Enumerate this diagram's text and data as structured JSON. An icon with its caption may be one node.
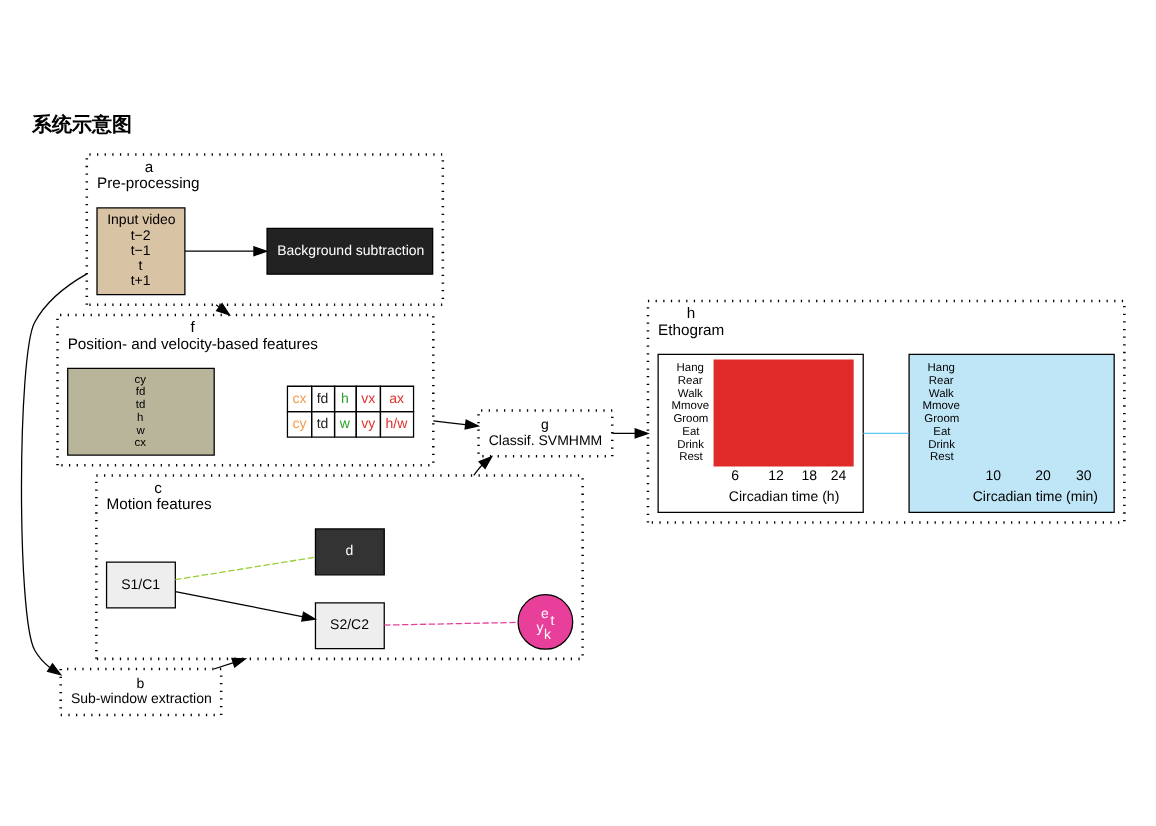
{
  "diagram": {
    "title": "系统示意图",
    "nodes": [
      {
        "text": [
          "a",
          "Pre-processing"
        ]
      },
      {
        "text": [
          "Input video",
          "t−2",
          "t−1",
          "t",
          "t+1"
        ],
        "in": 0
      },
      {
        "text": [
          "Background subtraction"
        ],
        "in": 0
      },
      {
        "text": [
          "b",
          "Sub-window extraction"
        ]
      },
      {
        "text": [
          "f",
          "Position- and velocity-based features"
        ]
      },
      {
        "text": [
          "cx",
          "fd",
          "h",
          "vx",
          "ax",
          "cy",
          "td",
          "w",
          "vy",
          "h/w"
        ],
        "in": 4
      },
      {
        "text": [
          "cy",
          "fd",
          "td",
          "h",
          "w",
          "cx"
        ],
        "in": 4
      },
      {
        "text": [
          "c",
          "Motion features"
        ]
      },
      {
        "text": [
          "S2/C2"
        ],
        "in": 7
      },
      {
        "text": [
          "S1/C1"
        ],
        "in": 7
      },
      {
        "text": [
          "e",
          "y$_{k}$$^{t}$"
        ],
        "in": 7
      },
      {
        "text": [
          "d"
        ],
        "in": 7
      },
      {
        "text": [
          "g",
          "Classif. SVMHMM"
        ]
      },
      {
        "text": [
          "h",
          "Ethogram"
        ]
      },
      {
        "text": [
          "Hang",
          "Rear",
          "Walk",
          "Mmove",
          "Groom",
          "Eat",
          "Drink",
          "Rest",
          "6",
          "12",
          "18",
          "24",
          "Circadian time (h)"
        ],
        "in": 13
      },
      {
        "text": [
          "Hang",
          "Rear",
          "Walk",
          "Mmove",
          "Groom",
          "Eat",
          "Drink",
          "Rest",
          "10",
          "20",
          "30",
          "Circadian time (min)"
        ],
        "in": 13
      }
    ],
    "edges": [
      {
        "from": 1,
        "to": 2,
        "arrow": "to"
      },
      {
        "from": 0,
        "to": 3,
        "arrow": "to"
      },
      {
        "from": 0,
        "to": 4,
        "arrow": "to"
      },
      {
        "from": 3,
        "to": 7,
        "arrow": "to"
      },
      {
        "from": 9,
        "to": 8,
        "arrow": "to"
      },
      {
        "from": 8,
        "to": 10,
        "arrow": "none",
        "style": "dashed",
        "color": "#e8409a"
      },
      {
        "from": 9,
        "to": 11,
        "arrow": "none",
        "style": "dashed",
        "color": "#9acd32"
      },
      {
        "from": 4,
        "to": 12,
        "arrow": "to"
      },
      {
        "from": 7,
        "to": 12,
        "arrow": "to"
      },
      {
        "from": 12,
        "to": 13,
        "arrow": "to"
      },
      {
        "from": 14,
        "to": 15,
        "arrow": "none",
        "color": "#5bc8f0"
      }
    ]
  }
}
